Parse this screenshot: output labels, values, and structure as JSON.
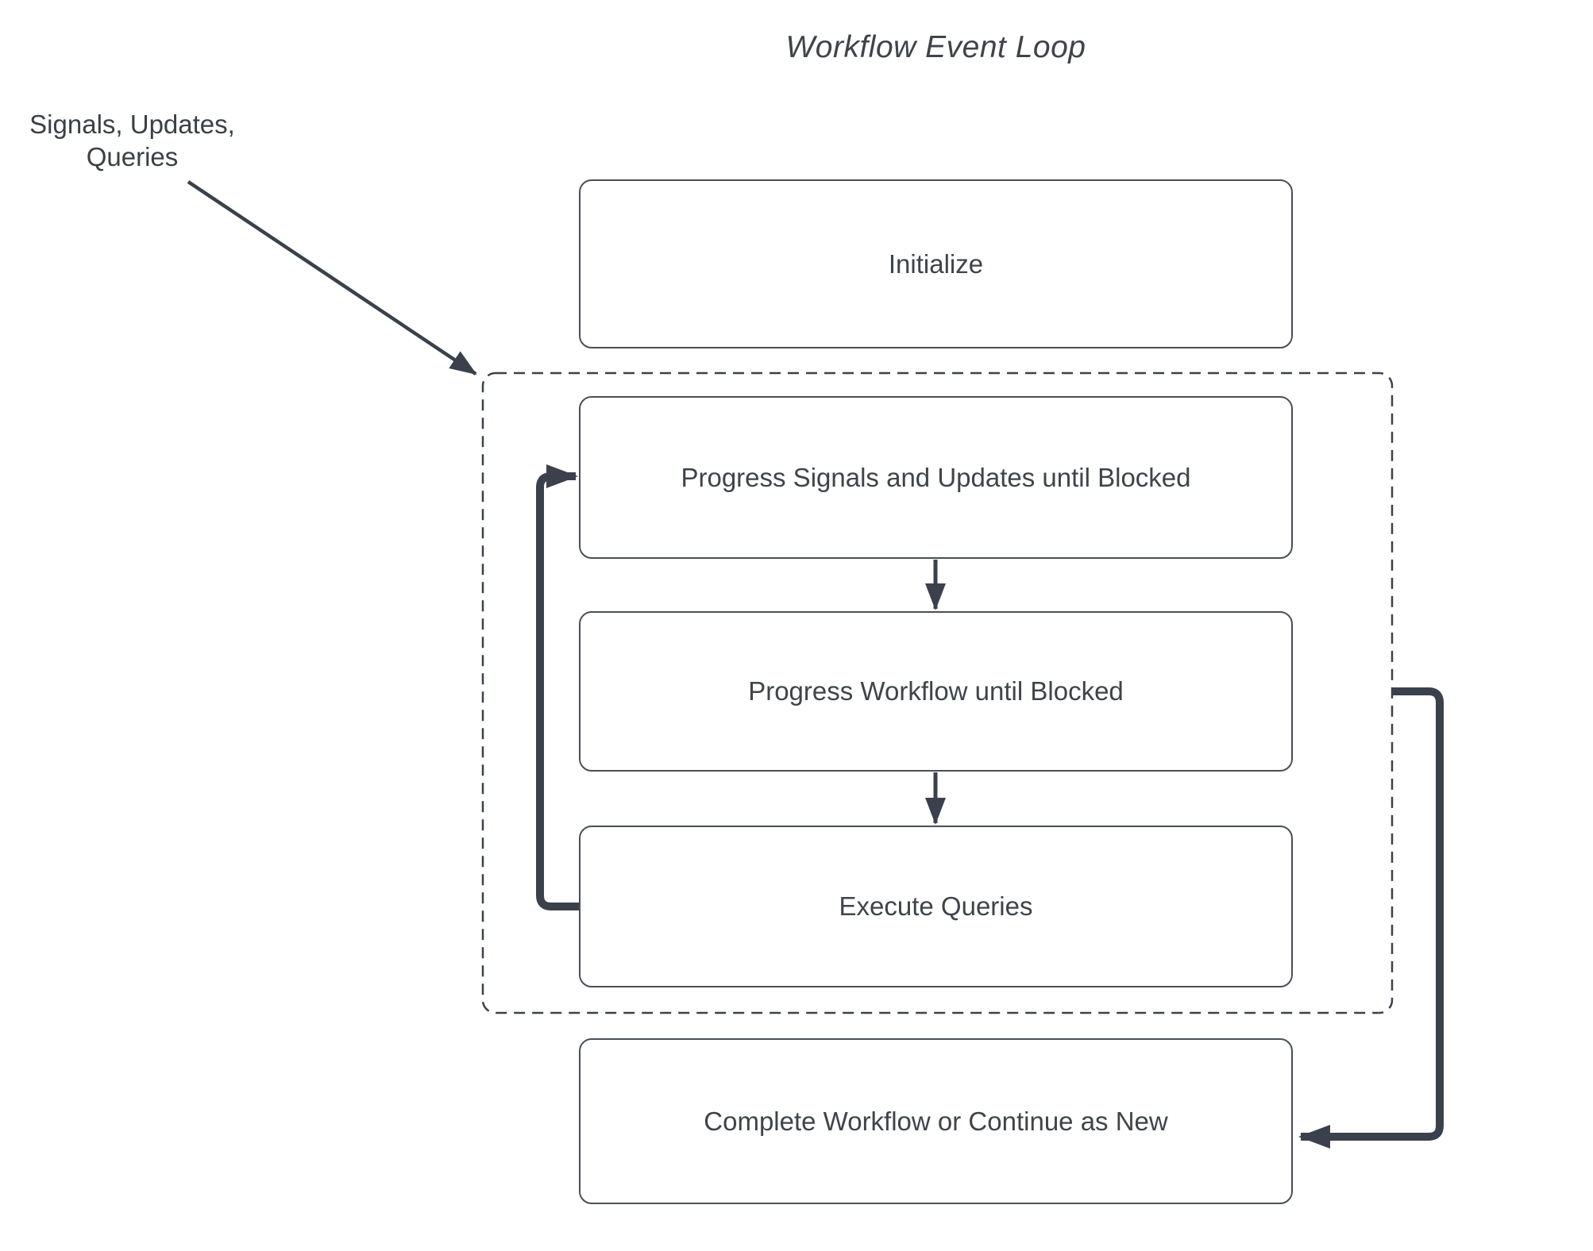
{
  "diagram": {
    "title": "Workflow Event Loop",
    "external_label": {
      "line1": "Signals, Updates,",
      "line2": "Queries"
    },
    "nodes": {
      "initialize": "Initialize",
      "progress_signals": "Progress Signals and Updates until Blocked",
      "progress_workflow": "Progress Workflow until Blocked",
      "execute_queries": "Execute Queries",
      "complete_workflow": "Complete Workflow or Continue as New"
    },
    "edges": [
      {
        "from": "signals-updates-queries-label",
        "to": "event-loop-boundary",
        "style": "thin-diagonal-arrow"
      },
      {
        "from": "progress_signals",
        "to": "progress_workflow",
        "style": "thin-down-arrow"
      },
      {
        "from": "progress_workflow",
        "to": "execute_queries",
        "style": "thin-down-arrow"
      },
      {
        "from": "execute_queries",
        "to": "progress_signals",
        "style": "thick-loop-back-arrow"
      },
      {
        "from": "event-loop-boundary",
        "to": "complete_workflow",
        "style": "thick-exit-arrow"
      }
    ],
    "colors": {
      "ink": "#3b414c",
      "box_border": "#4a4f56",
      "text": "#3f444a",
      "background": "#ffffff"
    }
  }
}
